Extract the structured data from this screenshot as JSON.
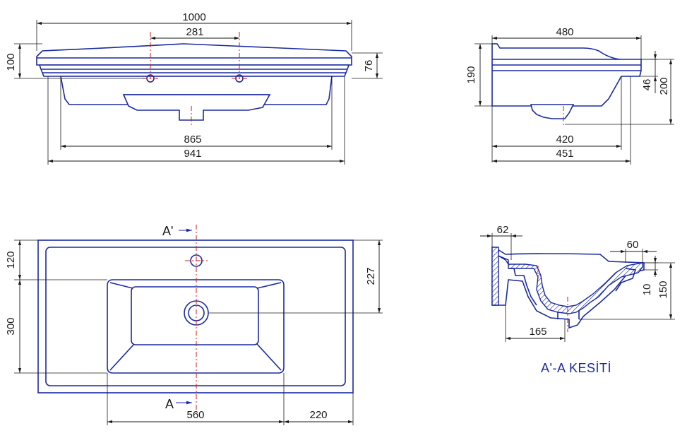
{
  "front_view": {
    "dims": {
      "overall_width": "1000",
      "tap_hole_spacing": "281",
      "height": "100",
      "rim_thickness": "76",
      "bowl_width": "865",
      "base_width": "941"
    }
  },
  "side_view": {
    "dims": {
      "depth": "480",
      "height": "190",
      "drain_offset": "46",
      "total_height": "200",
      "bowl_depth": "420",
      "base_depth": "451"
    }
  },
  "top_view": {
    "dims": {
      "tap_to_bowl": "120",
      "bowl_length": "300",
      "drain_from_edge": "227",
      "bowl_width": "560",
      "side_ledge": "220"
    },
    "section_labels": {
      "top": "A'",
      "bottom": "A"
    }
  },
  "section_view": {
    "dims": {
      "back_wall": "62",
      "rim_width": "60",
      "rim_step": "10",
      "depth": "150",
      "drain_offset": "165"
    },
    "caption": "A'-A KESİTİ"
  },
  "colors": {
    "outline": "#1b2aa0",
    "centerline": "#d11a1a",
    "dimension": "#1a1a1a"
  }
}
